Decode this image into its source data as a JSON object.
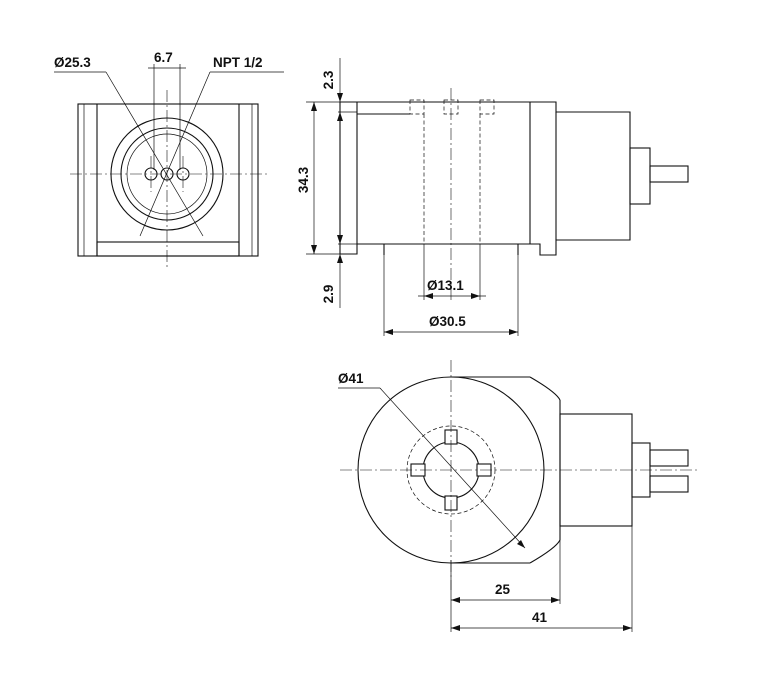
{
  "colors": {
    "line": "#111111",
    "background": "#ffffff"
  },
  "front_view": {
    "dim_outer_diameter": "Ø25.3",
    "dim_pin_spacing": "6.7",
    "dim_thread": "NPT 1/2"
  },
  "side_view": {
    "dim_top_offset": "2.3",
    "dim_height": "34.3",
    "dim_bottom_offset": "2.9",
    "dim_bore": "Ø13.1",
    "dim_base": "Ø30.5"
  },
  "top_view": {
    "dim_coil_diameter": "Ø41",
    "dim_center_to_body": "25",
    "dim_overall": "41"
  }
}
